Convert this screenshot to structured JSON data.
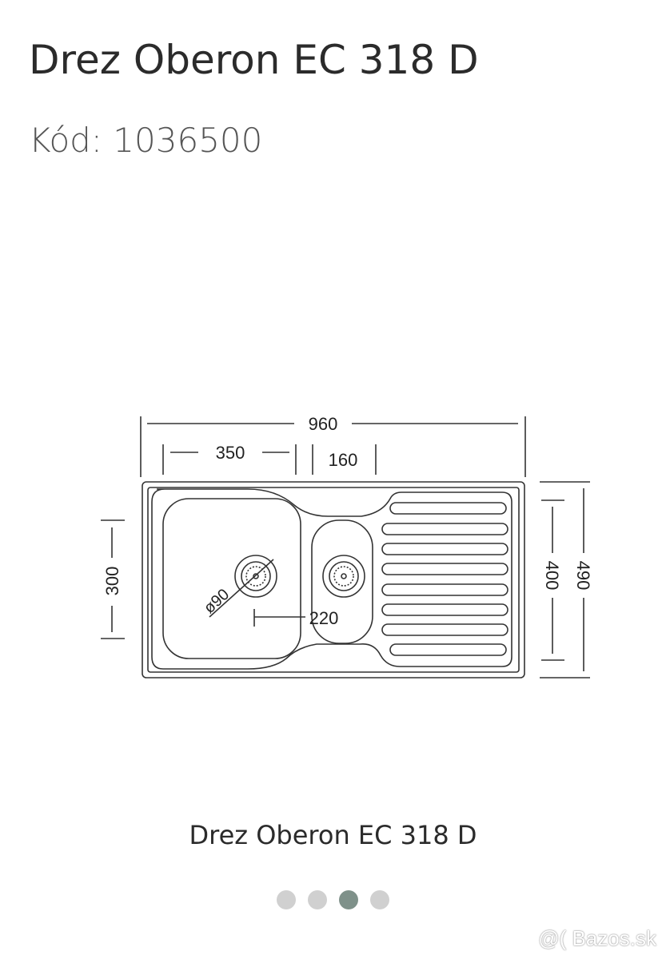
{
  "product": {
    "title": "Drez Oberon EC 318 D",
    "code": "Kód: 1036500"
  },
  "drawing": {
    "dim_total_width": "960",
    "dim_bowl_width": "350",
    "dim_small_bowl": "160",
    "dim_bowl_depth": "300",
    "dim_inner_depth": "400",
    "dim_total_depth": "490",
    "dim_drain_diameter": "ø90",
    "dim_drain_spacing": "220"
  },
  "gallery": {
    "caption": "Drez Oberon EC 318 D",
    "dot_count": 4,
    "active_index": 2
  },
  "watermark": "@( Bazos.sk"
}
